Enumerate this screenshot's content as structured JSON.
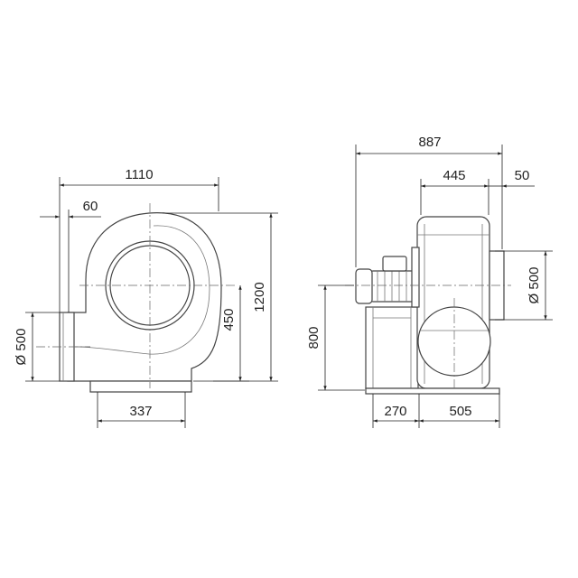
{
  "front_view": {
    "dims": {
      "width_total": "1110",
      "inlet_offset": "60",
      "height_total": "1200",
      "axis_height": "450",
      "outlet_diameter": "Ø 500",
      "base_width": "337"
    }
  },
  "side_view": {
    "dims": {
      "length_total": "887",
      "housing_depth": "445",
      "inlet_collar": "50",
      "inlet_diameter": "Ø 500",
      "axis_height": "800",
      "motor_base": "270",
      "housing_base": "505"
    }
  }
}
